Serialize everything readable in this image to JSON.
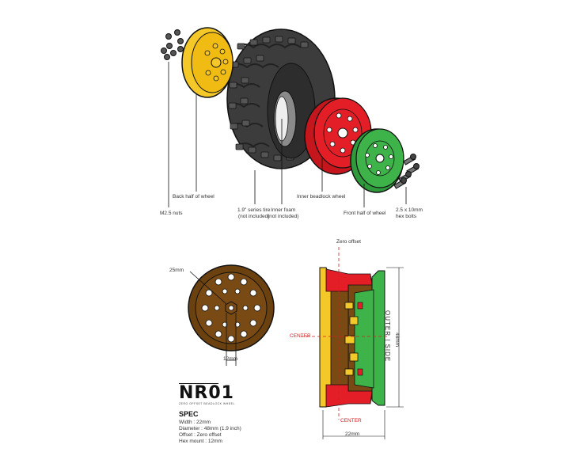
{
  "exploded_view": {
    "labels": {
      "nuts": "M2.5 nuts",
      "back_half": "Back half of wheel",
      "tire": "1.9\" series tire\n(not included)",
      "foam": "Inner foam\n(not included)",
      "beadlock": "Inner beadlock wheel",
      "front_half": "Front half of wheel",
      "bolts": "2.5 x 10mm\nhex bolts"
    }
  },
  "dimensions": {
    "hex_width": "25mm",
    "hex_mount": "12mm",
    "zero_offset": "Zero offset",
    "center_left": "CENTER",
    "center_bottom": "CENTER",
    "outer_side": "OUTER | SIDE",
    "diameter": "48mm",
    "width": "22mm"
  },
  "brand": {
    "logo": "NR01",
    "tagline": "ZERO OFFSET BEADLOCK WHEEL"
  },
  "spec": {
    "title": "SPEC",
    "lines": [
      "Width : 22mm",
      "Diameter : 48mm (1.9 inch)",
      "Offset : Zero offset",
      "Hex mount : 12mm"
    ]
  },
  "colors": {
    "yellow": "#f5c82a",
    "red": "#e41e26",
    "green": "#3db34a",
    "brown": "#7a4a14",
    "tire": "#3c3c3c"
  }
}
